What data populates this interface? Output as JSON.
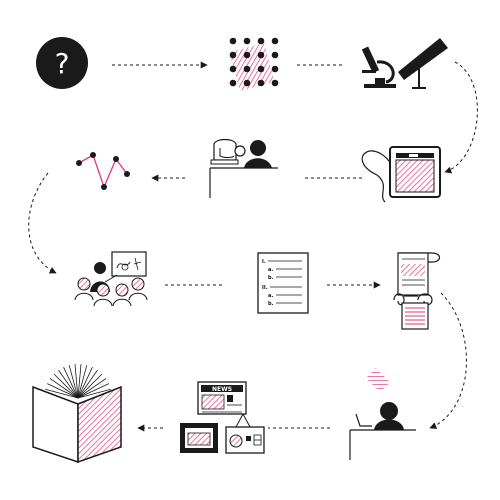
{
  "colors": {
    "ink": "#1a1a1a",
    "accent": "#e8337a",
    "hatch": "#f0609a",
    "background": "#ffffff"
  },
  "labels": {
    "question_mark": "?",
    "news": "NEWS",
    "outline_i": "I.",
    "outline_ii": "II.",
    "outline_a": "a.",
    "outline_b": "b."
  },
  "icons": [
    "question-circle-icon",
    "dot-grid-icon",
    "microscope-icon",
    "telescope-icon",
    "tablet-icon",
    "person-at-desk-icon",
    "line-chart-icon",
    "audience-presentation-icon",
    "outline-document-icon",
    "scroll-icon",
    "person-writing-icon",
    "media-icon",
    "open-book-icon"
  ]
}
